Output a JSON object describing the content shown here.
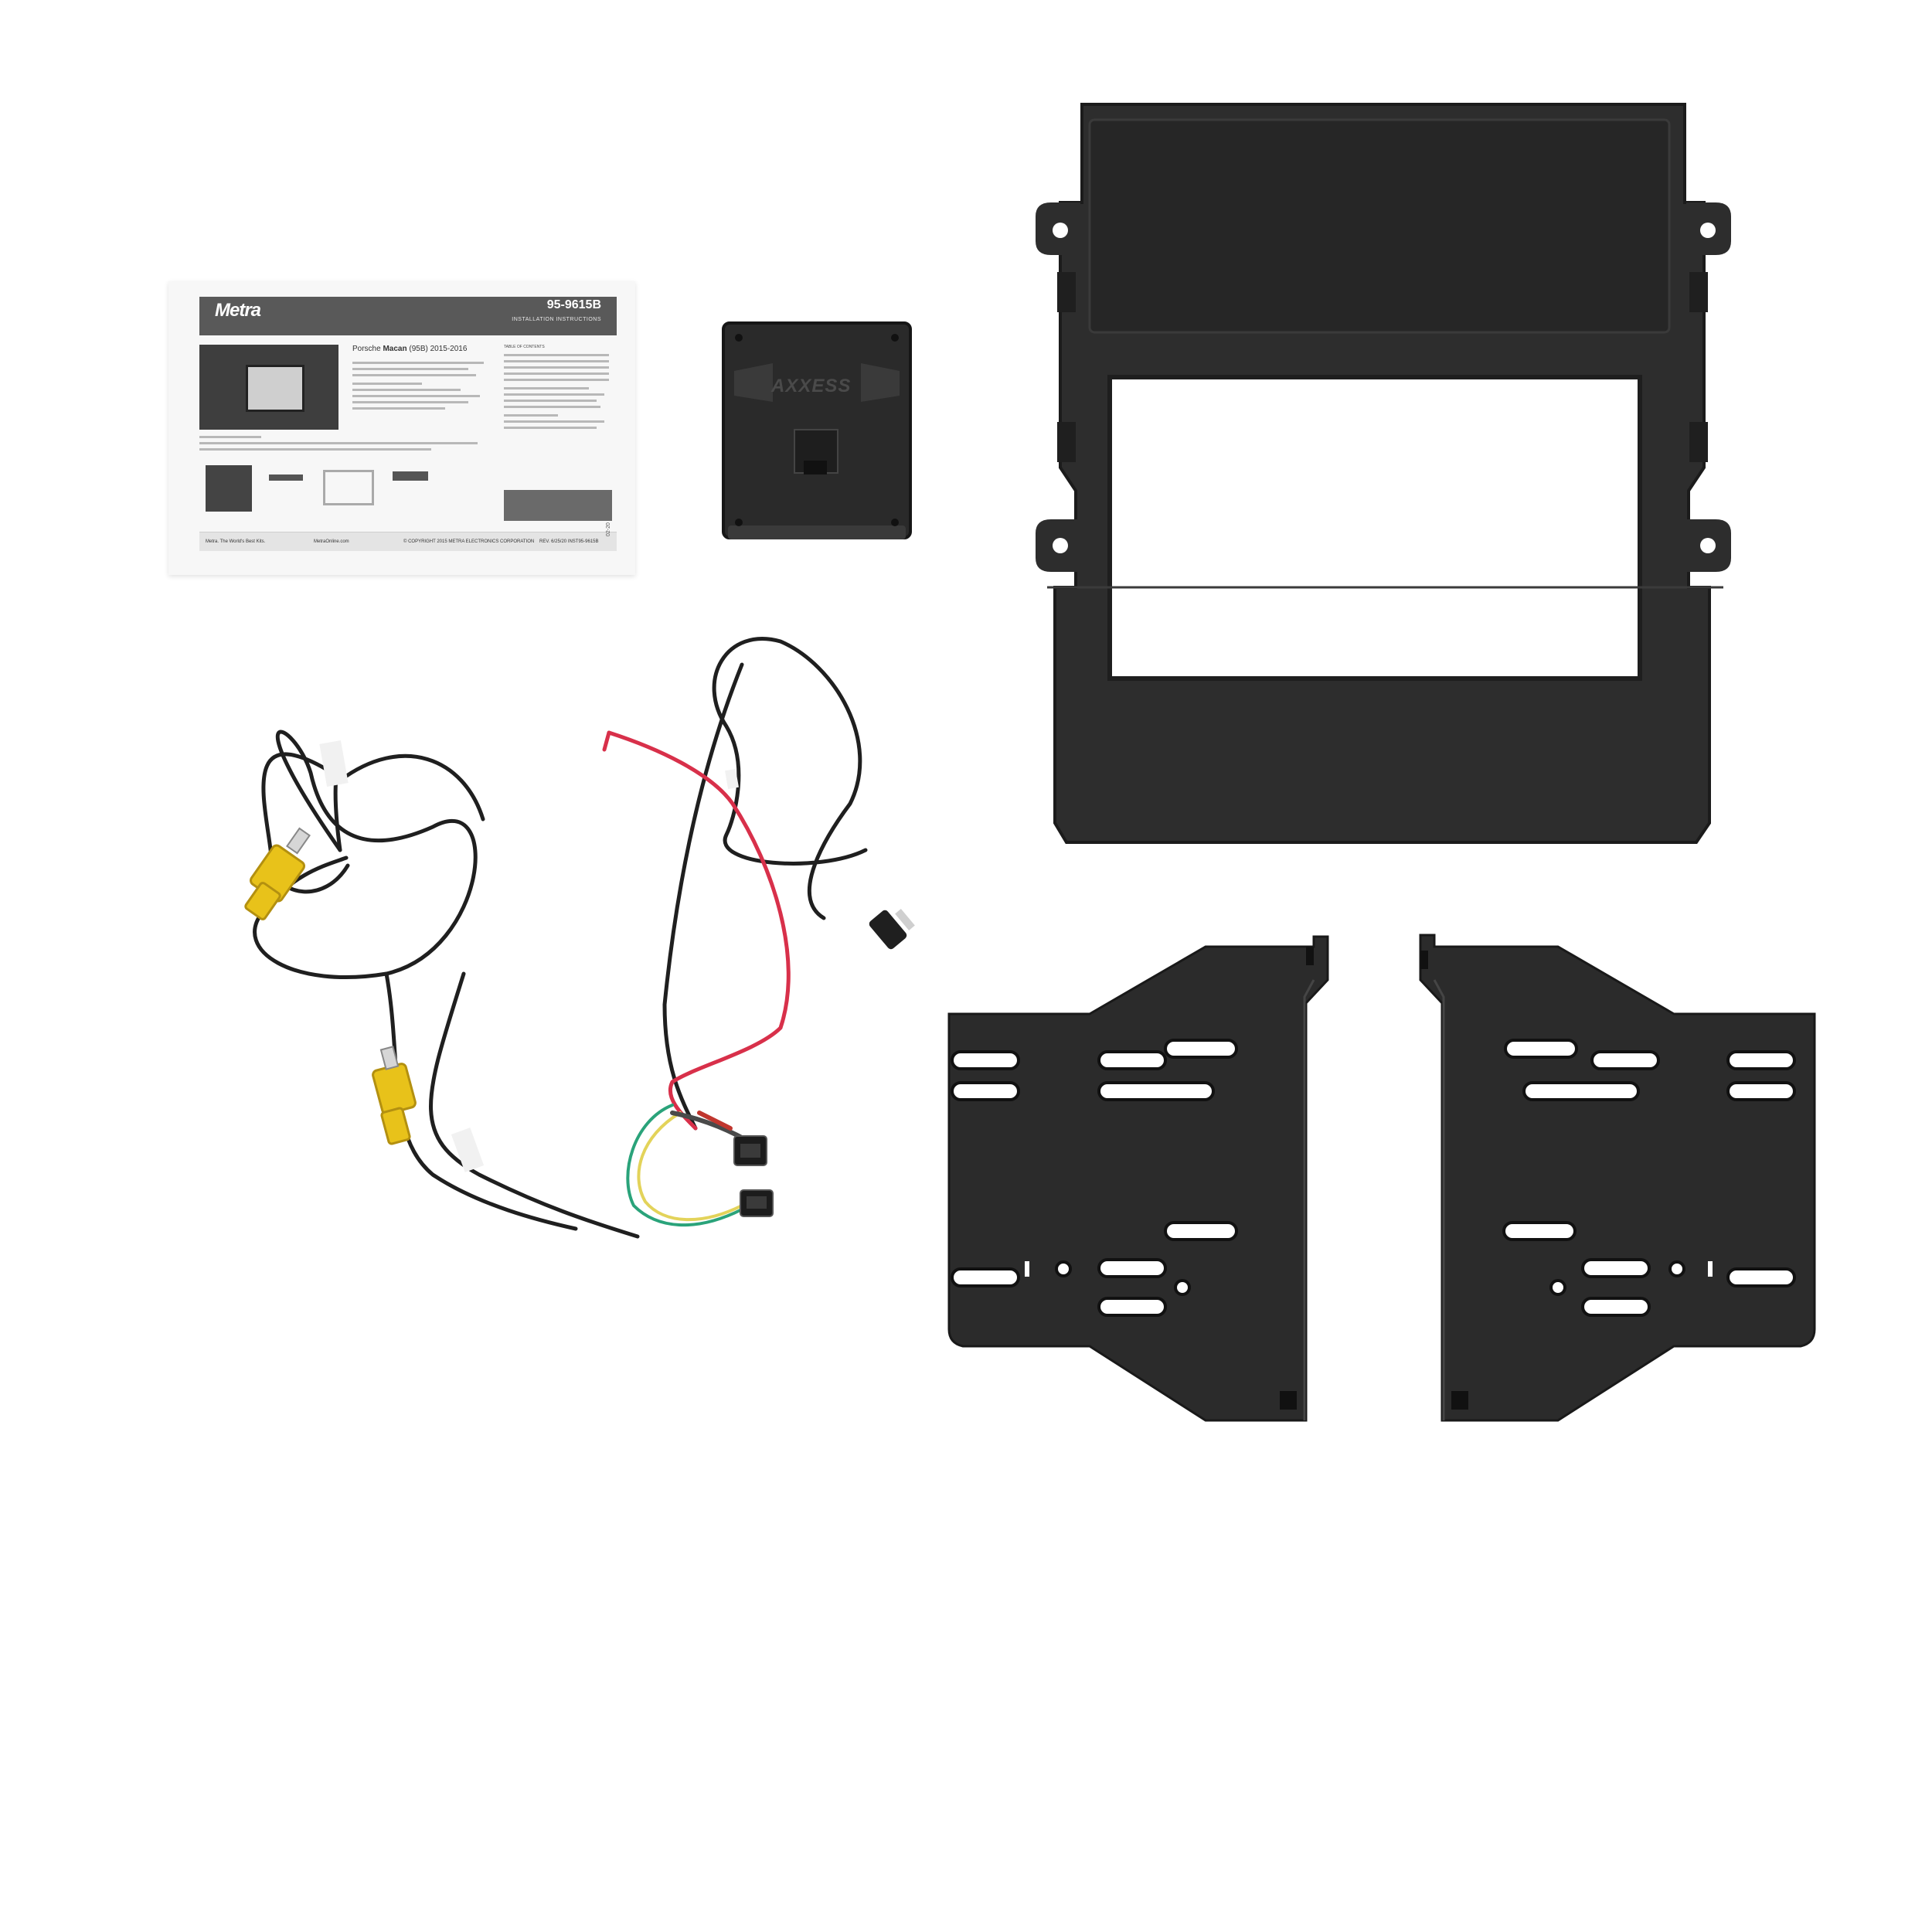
{
  "image": {
    "description_alt": "Dash kit contents"
  },
  "instruction_sheet": {
    "brand": "Metra",
    "part_number": "95-9615B",
    "subheading": "INSTALLATION INSTRUCTIONS",
    "vehicle_prefix": "Porsche ",
    "vehicle_model": "Macan",
    "vehicle_suffix": " (95B) 2015-2016",
    "toc_heading": "TABLE OF CONTENTS",
    "footer_slogan": "Metra. The World's Best Kits.",
    "footer_site": "MetraOnline.com",
    "footer_copyright": "© COPYRIGHT 2015 METRA ELECTRONICS CORPORATION",
    "footer_rev": "REV. 6/25/20 INST95-9615B",
    "date_code": "02-20"
  },
  "interface_module": {
    "logo_text": "AXXESS"
  },
  "colors": {
    "plastic": "#2b2b2b",
    "plastic_edge": "#1a1a1a",
    "connector_yellow": "#e8c21a",
    "wire_red": "#d8304a",
    "background": "#ffffff"
  }
}
